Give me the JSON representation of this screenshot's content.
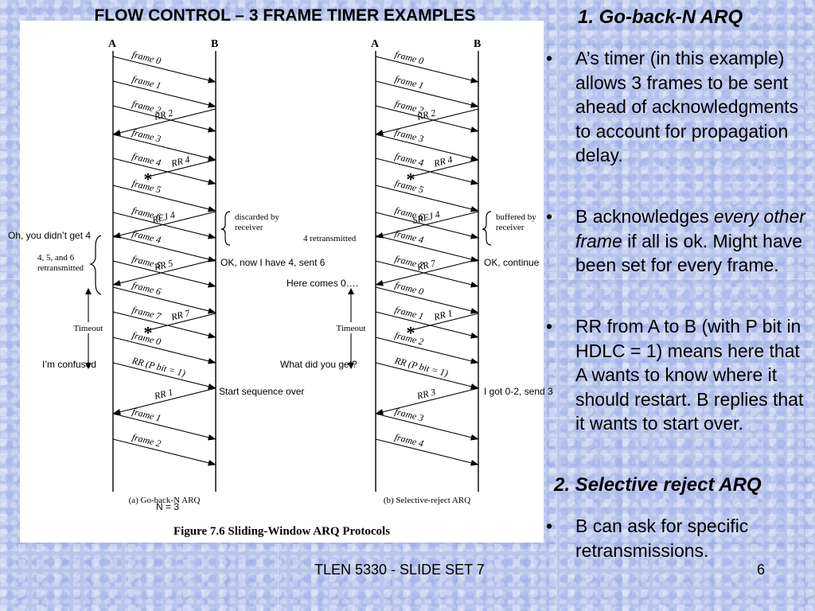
{
  "slide": {
    "title": "FLOW CONTROL – 3 FRAME TIMER EXAMPLES",
    "footer_text": "TLEN 5330 - SLIDE SET 7",
    "page_number": "6"
  },
  "right_panel": {
    "heading1": "1. Go-back-N ARQ",
    "bullets1": [
      "A’s timer (in this example) allows 3 frames to be sent ahead of acknowledgments to account for propagation delay.",
      "B acknowledges every other frame if all is ok. Might have been set for every frame.",
      "RR from A to B (with P bit in HDLC = 1) means here that A wants to know where it should restart. B replies that it wants to start over."
    ],
    "bullet2_parts": [
      "B acknowledges ",
      "every other frame",
      " if all is ok. Might have been set for every frame."
    ],
    "heading2": "2. Selective reject ARQ",
    "bullets2": [
      "B can ask for specific retransmissions."
    ]
  },
  "figure": {
    "caption": "Figure 7.6   Sliding-Window ARQ Protocols",
    "left": {
      "station_a": "A",
      "station_b": "B",
      "sublabel": "(a) Go-back-N ARQ",
      "messages": [
        "frame 0",
        "frame 1",
        "frame 2",
        "RR 2",
        "frame 3",
        "frame 4",
        "RR 4",
        "frame 5",
        "frame 6",
        "REJ 4",
        "frame 4",
        "frame 5",
        "RR 5",
        "frame 6",
        "frame 7",
        "RR 7",
        "frame 0",
        "RR (P bit = 1)",
        "RR 1",
        "frame 1",
        "frame 2"
      ],
      "notes": [
        "discarded by receiver",
        "4, 5, and 6 retransmitted",
        "Timeout"
      ]
    },
    "right": {
      "station_a": "A",
      "station_b": "B",
      "sublabel": "(b) Selective-reject ARQ",
      "messages": [
        "frame 0",
        "frame 1",
        "frame 2",
        "RR 2",
        "frame 3",
        "frame 4",
        "RR 4",
        "frame 5",
        "frame 6",
        "SREJ 4",
        "frame 4",
        "frame 7",
        "RR 7",
        "frame 0",
        "frame 1",
        "RR 1",
        "frame 2",
        "RR (P bit = 1)",
        "RR 3",
        "frame 3",
        "frame 4"
      ],
      "notes": [
        "buffered by receiver",
        "4 retransmitted",
        "Timeout"
      ]
    }
  },
  "annotations": {
    "oh_didnt_get": "Oh, you didn’t get 4",
    "ok_have_4": "OK, now I have 4, sent 6",
    "here_comes": "Here comes 0….",
    "ok_continue": "OK, continue",
    "im_confused": "I’m confused",
    "what_did_you_get": "What did you get?",
    "start_over": "Start sequence over",
    "got_0_2": "I got 0-2, send 3",
    "n_equals": "N = 3"
  }
}
